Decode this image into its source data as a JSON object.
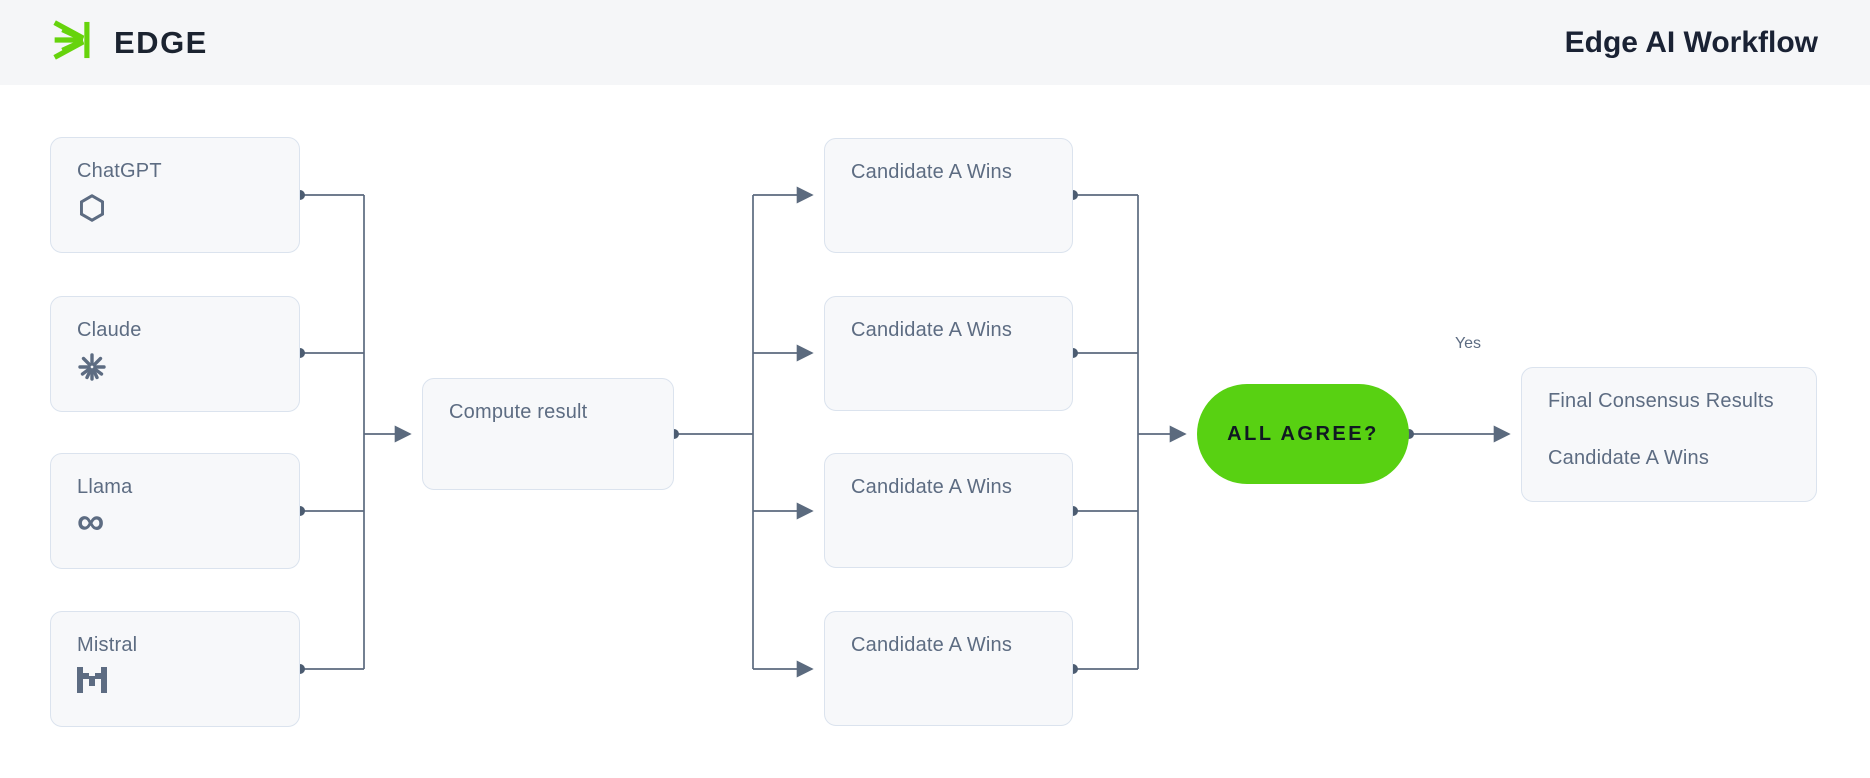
{
  "header": {
    "brand": "EDGE",
    "title": "Edge AI Workflow"
  },
  "colors": {
    "accent_green": "#58d112",
    "logo_green": "#66d30c",
    "node_text": "#5d6c82",
    "connector": "#5b6a7e",
    "node_border": "#dbe3ee",
    "node_fill": "#f7f8fa",
    "header_bg": "#f5f6f8",
    "dark_text": "#1a2234"
  },
  "diagram": {
    "models": [
      {
        "label": "ChatGPT",
        "icon": "openai-icon"
      },
      {
        "label": "Claude",
        "icon": "anthropic-icon"
      },
      {
        "label": "Llama",
        "icon": "meta-icon"
      },
      {
        "label": "Mistral",
        "icon": "mistral-icon"
      }
    ],
    "compute": {
      "label": "Compute result"
    },
    "candidates": [
      {
        "label": "Candidate A Wins"
      },
      {
        "label": "Candidate A Wins"
      },
      {
        "label": "Candidate A Wins"
      },
      {
        "label": "Candidate A Wins"
      }
    ],
    "decision": {
      "label": "ALL AGREE?"
    },
    "yes_edge_label": "Yes",
    "final": {
      "title": "Final Consensus Results",
      "result": "Candidate A Wins"
    }
  }
}
